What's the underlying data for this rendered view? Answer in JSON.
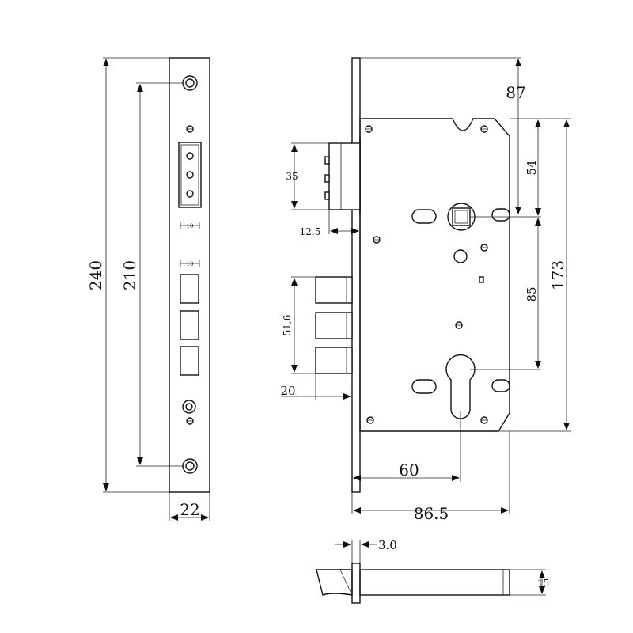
{
  "dimensions": {
    "faceplate_height": "240",
    "screw_spacing": "210",
    "faceplate_width": "22",
    "slot_width_top": "10",
    "slot_width_mid": "10",
    "deadbolt_height": "35",
    "deadbolt_projection": "12.5",
    "latch_span": "51,6",
    "latch_projection": "20",
    "top_offset": "87",
    "spindle_offset": "54",
    "spindle_to_cylinder": "85",
    "case_height": "173",
    "backset": "60",
    "case_depth": "86.5",
    "plate_thickness": "3.0",
    "bolt_thickness": "15"
  }
}
